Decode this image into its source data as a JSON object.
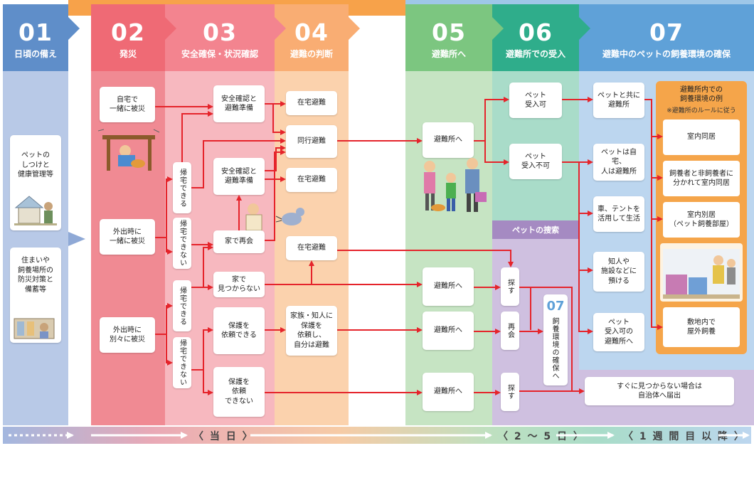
{
  "columns": [
    {
      "id": "c01",
      "num": "01",
      "title": "日頃の備え"
    },
    {
      "id": "c02",
      "num": "02",
      "title": "発災"
    },
    {
      "id": "c03",
      "num": "03",
      "title": "安全確保・状況確認"
    },
    {
      "id": "c04",
      "num": "04",
      "title": "避難の判断"
    },
    {
      "id": "c05",
      "num": "05",
      "title": "避難所へ"
    },
    {
      "id": "c06",
      "num": "06",
      "title": "避難所での受入"
    },
    {
      "id": "c07",
      "num": "07",
      "title": "避難中のペットの飼養環境の確保"
    }
  ],
  "prep": {
    "item1": "ペットの\nしつけと\n健康管理等",
    "item2": "住まいや\n飼養場所の\n防災対策と\n備蓄等"
  },
  "disaster": {
    "together": "自宅で\n一緒に被災",
    "out_together": "外出時に\n一緒に被災",
    "out_apart": "外出時に\n別々に被災"
  },
  "vertical": {
    "return1": "帰宅できる",
    "noreturn1": "帰宅できない",
    "return2": "帰宅できる",
    "noreturn2": "帰宅できない"
  },
  "safety": {
    "confirm1": "安全確認と\n避難準備",
    "confirm2": "安全確認と\n避難準備",
    "reunite_home": "家で再会",
    "not_found": "家で\n見つからない",
    "can_request": "保護を\n依頼できる",
    "cannot_request": "保護を\n依頼\nできない"
  },
  "decision": {
    "home1": "在宅避難",
    "accompany": "同行避難",
    "home2": "在宅避難",
    "home3": "在宅避難",
    "family": "家族・知人に\n保護を\n依頼し、\n自分は避難"
  },
  "shelter": {
    "s1": "避難所へ",
    "s2": "避難所へ",
    "s3": "避難所へ",
    "s4": "避難所へ"
  },
  "acceptance": {
    "ok": "ペット\n受入可",
    "ng": "ペット\n受入不可"
  },
  "search": {
    "header": "ペットの捜索",
    "search1": "探す",
    "reunion": "再会",
    "search2": "探す",
    "ref_num": "07",
    "ref_text": "飼養環境の確保へ",
    "report": "すぐに見つからない場合は\n自治体へ届出"
  },
  "environment": {
    "with_pet": "ペットと共に\n避難所",
    "pet_home": "ペットは自宅、\n人は避難所",
    "car_tent": "車、テントを\n活用して生活",
    "entrust": "知人や\n施設などに\n預ける",
    "accepting": "ペット\n受入可の\n避難所へ"
  },
  "examples": {
    "title": "避難所内での\n飼養環境の例",
    "note": "※避難所のルールに従う",
    "indoor": "室内同居",
    "separated": "飼養者と非飼養者に\n分かれて室内同居",
    "separate_room": "室内別居\n（ペット飼養部屋）",
    "outdoor": "敷地内で\n屋外飼養"
  },
  "timeline": {
    "day": "〈 当 日 〉",
    "days": "〈 2 ～ 5 日 〉",
    "week": "〈 1 週 間 目 以 降 〉"
  },
  "colors": {
    "c01": "#5f8ec9",
    "c02": "#ef6a75",
    "c03": "#f3848f",
    "c04": "#f9ad73",
    "c05": "#7cc680",
    "c06": "#2fad8b",
    "c07": "#5fa1d8",
    "arrow": "#e5242b",
    "search": "#a58ac2",
    "orange": "#f5a54a"
  }
}
